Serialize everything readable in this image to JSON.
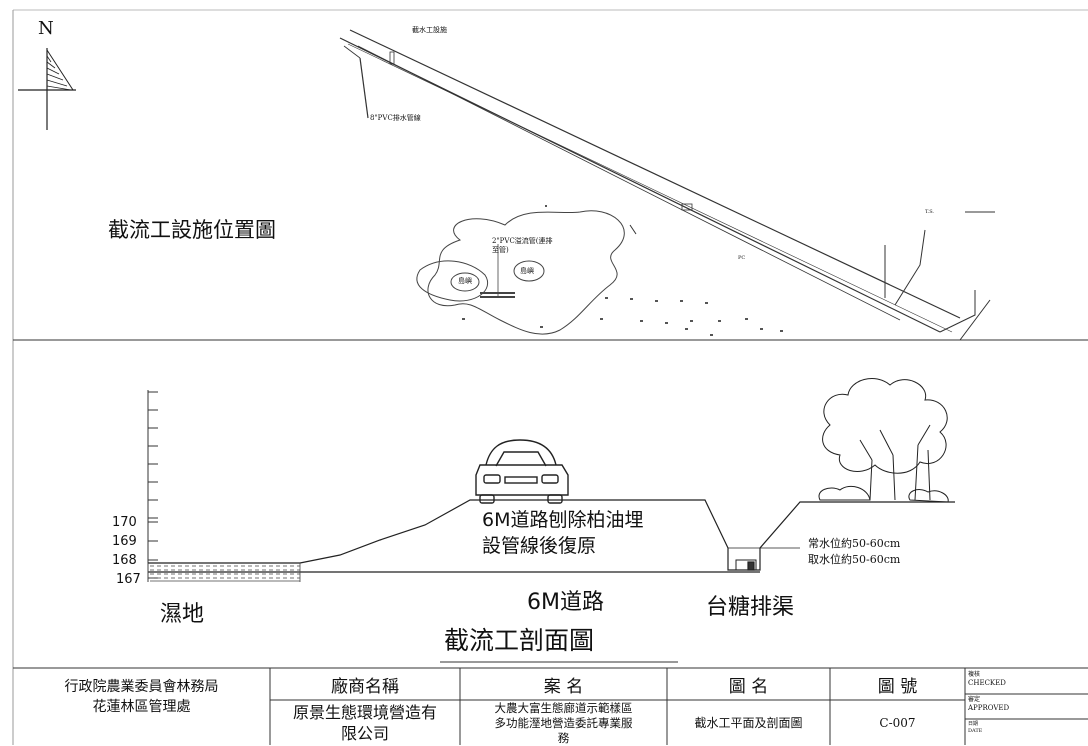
{
  "plan": {
    "north_label": "N",
    "title": "截流工設施位置圖",
    "label_facility": "截水工設施",
    "label_pvc_pipe": "8\"PVC排水管線",
    "label_pvc_outlet": "2\"PVC溢流管(連排",
    "label_pvc_outlet2": "至管)",
    "label_island1": "島嶼",
    "label_island2": "島嶼",
    "label_small1": "T.S.",
    "label_small2": "PC"
  },
  "section": {
    "elev_170": "170",
    "elev_169": "169",
    "elev_168": "168",
    "elev_167": "167",
    "road_note_line1": "6M道路刨除柏油埋",
    "road_note_line2": "設管線後復原",
    "water_line1": "常水位約50-60cm",
    "water_line2": "取水位約50-60cm",
    "wetland": "濕地",
    "road": "6M道路",
    "ditch": "台糖排渠",
    "title": "截流工剖面圖"
  },
  "title_block": {
    "agency_line1": "行政院農業委員會林務局",
    "agency_line2": "花蓮林區管理處",
    "vendor_header": "廠商名稱",
    "vendor_line1": "原景生態環境營造有",
    "vendor_line2": "限公司",
    "case_header": "案  名",
    "case_line1": "大農大富生態廊道示範樣區",
    "case_line2": "多功能溼地營造委託專業服",
    "case_line3": "務",
    "drawing_header": "圖  名",
    "drawing_name": "截水工平面及剖面圖",
    "number_header": "圖  號",
    "number": "C-007",
    "checked_cn": "複核",
    "checked_en": "CHECKED",
    "approved_cn": "審定",
    "approved_en": "APPROVED",
    "date_cn": "日期",
    "date_en": "DATE"
  }
}
